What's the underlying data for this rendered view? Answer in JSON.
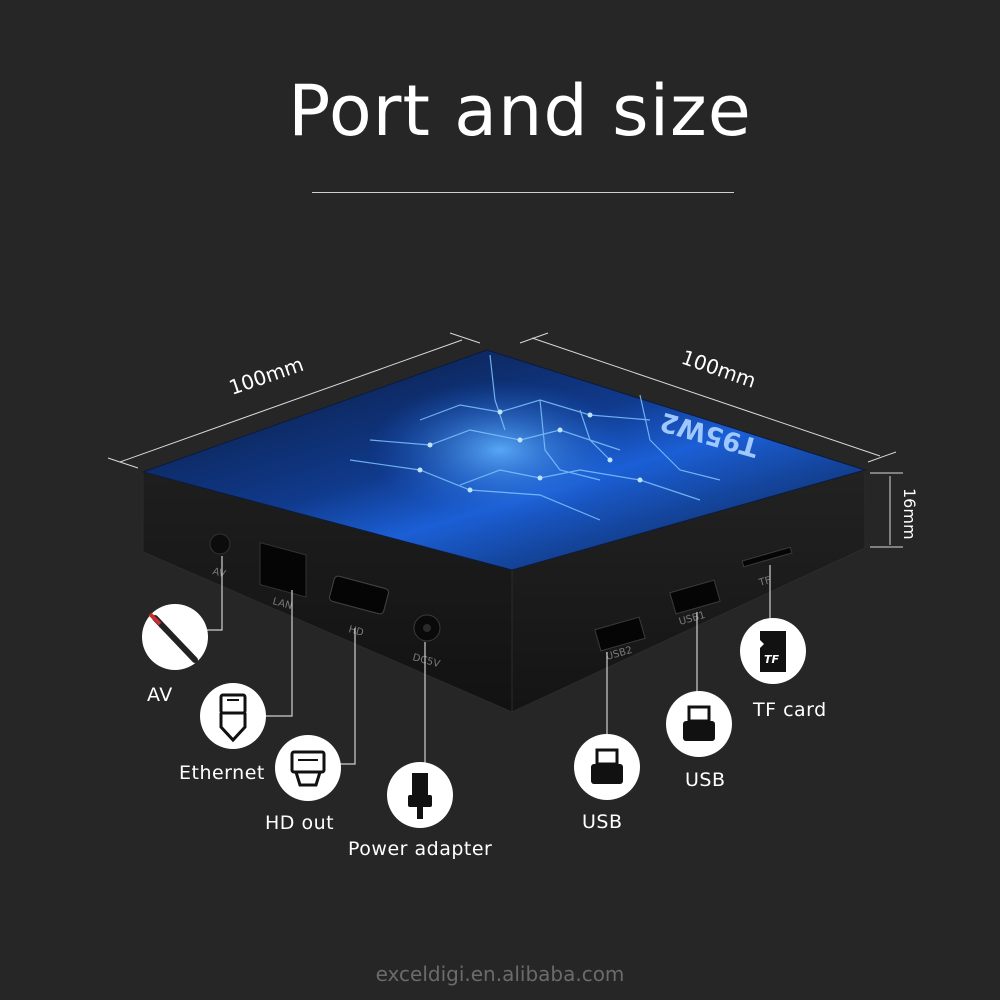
{
  "title": "Port and size",
  "dimensions": {
    "width": "100mm",
    "depth": "100mm",
    "height": "16mm"
  },
  "brand_on_top": "T95W2",
  "ports": {
    "av": "AV",
    "ethernet": "Ethernet",
    "hd_out": "HD out",
    "power": "Power adapter",
    "usb_left": "USB",
    "usb_right": "USB",
    "tf_card": "TF card"
  },
  "port_markings": {
    "av": "AV",
    "lan": "LAN",
    "hd": "HD",
    "dc": "DC5V",
    "usb2": "USB2",
    "usb1": "USB1",
    "tf": "TF"
  },
  "icons": [
    "av-plug-icon",
    "ethernet-plug-icon",
    "hd-plug-icon",
    "power-plug-icon",
    "usb-plug-icon",
    "tf-card-icon"
  ],
  "colors": {
    "background": "#262626",
    "device_body": "#1a1a1a",
    "screen_glow": "#2f7fff",
    "icon_bg": "#ffffff"
  },
  "watermark": "exceldigi.en.alibaba.com"
}
